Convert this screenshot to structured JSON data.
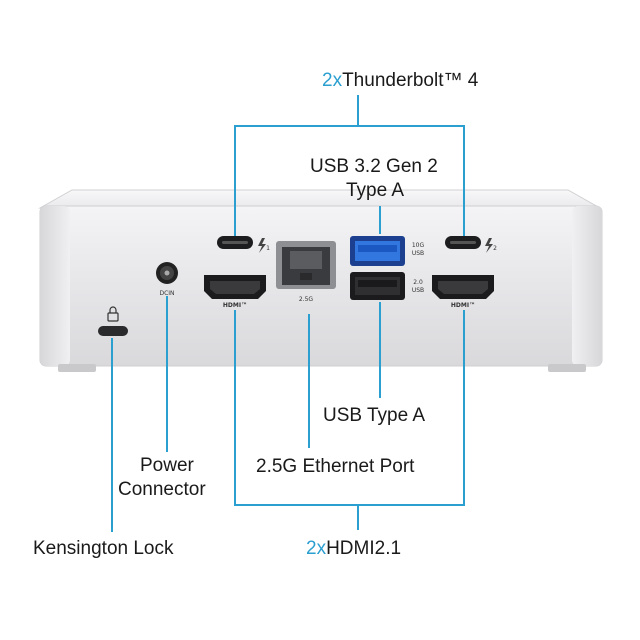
{
  "labels": {
    "thunderbolt_prefix": "2x",
    "thunderbolt": "Thunderbolt™ 4",
    "usb_top_line1": "USB 3.2 Gen 2",
    "usb_top_line2": "Type A",
    "usb_a": "USB  Type A",
    "ethernet": "2.5G Ethernet Port",
    "power_line1": "Power",
    "power_line2": "Connector",
    "kensington": "Kensington Lock",
    "hdmi_prefix": "2x",
    "hdmi": "HDMI2.1"
  },
  "port_marks": {
    "eth_speed": "2.5G",
    "usb_10g": "10G",
    "usb_20": "2.0",
    "usb_word": "USB",
    "dcin": "DCIN",
    "hdmi_logo": "HDMI™",
    "tb1": "1",
    "tb2": "2"
  },
  "colors": {
    "accent": "#2a9fd0",
    "device_body": "#e8e8ea",
    "usb3_port": "#2f6fd6"
  },
  "icons": [
    "thunderbolt-icon",
    "lock-icon"
  ]
}
